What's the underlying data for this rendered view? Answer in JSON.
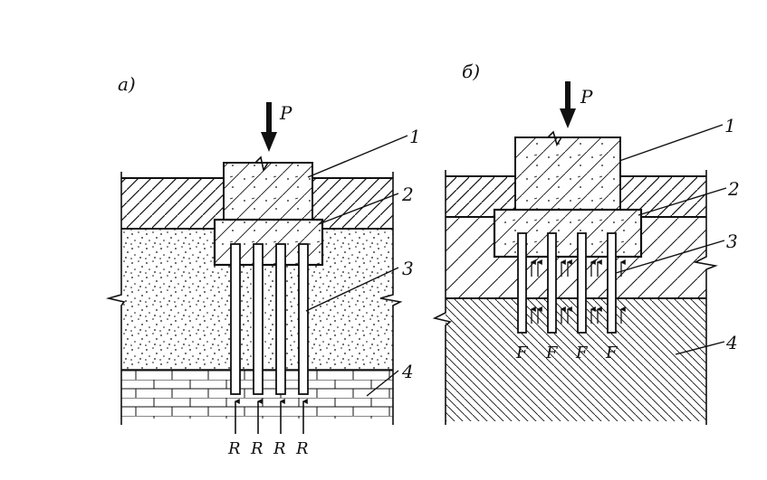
{
  "panels": [
    {
      "id": "a",
      "label": "a)"
    },
    {
      "id": "b",
      "label": "б)"
    }
  ],
  "load_label": "P",
  "callouts": [
    "1",
    "2",
    "3",
    "4"
  ],
  "reaction_labels_a": [
    "R",
    "R",
    "R",
    "R"
  ],
  "friction_labels_b": [
    "F",
    "F",
    "F",
    "F"
  ]
}
